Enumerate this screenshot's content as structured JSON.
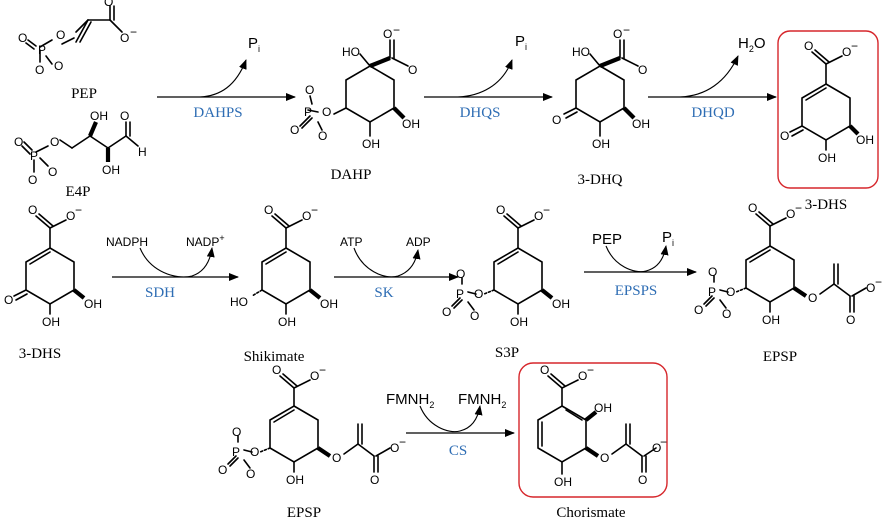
{
  "compounds": {
    "pep": "PEP",
    "e4p": "E4P",
    "dahp": "DAHP",
    "dhq": "3-DHQ",
    "dhs_top": "3-DHS",
    "dhs_row2": "3-DHS",
    "shikimate": "Shikimate",
    "s3p": "S3P",
    "epsp_row2": "EPSP",
    "epsp_row3": "EPSP",
    "chorismate": "Chorismate"
  },
  "enzymes": {
    "dahps": "DAHPS",
    "dhqs": "DHQS",
    "dhqd": "DHQD",
    "sdh": "SDH",
    "sk": "SK",
    "epsps": "EPSPS",
    "cs": "CS"
  },
  "cofactors": {
    "dahps_out": "P",
    "dahps_out_sub": "i",
    "dhqs_out": "P",
    "dhqs_out_sub": "i",
    "dhqd_out": "H",
    "dhqd_out_sub": "2",
    "dhqd_out_tail": "O",
    "sdh_in": "NADPH",
    "sdh_out": "NADP",
    "sdh_out_sup": "+",
    "sk_in": "ATP",
    "sk_out": "ADP",
    "epsps_in": "PEP",
    "epsps_out": "P",
    "epsps_out_sub": "i",
    "cs_in": "FMNH",
    "cs_in_sub": "2",
    "cs_out": "FMNH",
    "cs_out_sub": "2"
  },
  "atoms": {
    "O": "O",
    "P": "P",
    "OH": "OH",
    "HO": "HO",
    "H": "H",
    "minus": "−"
  },
  "colors": {
    "enzyme": "#2e6db4",
    "highlight": "#d6262b",
    "ink": "#000000"
  }
}
